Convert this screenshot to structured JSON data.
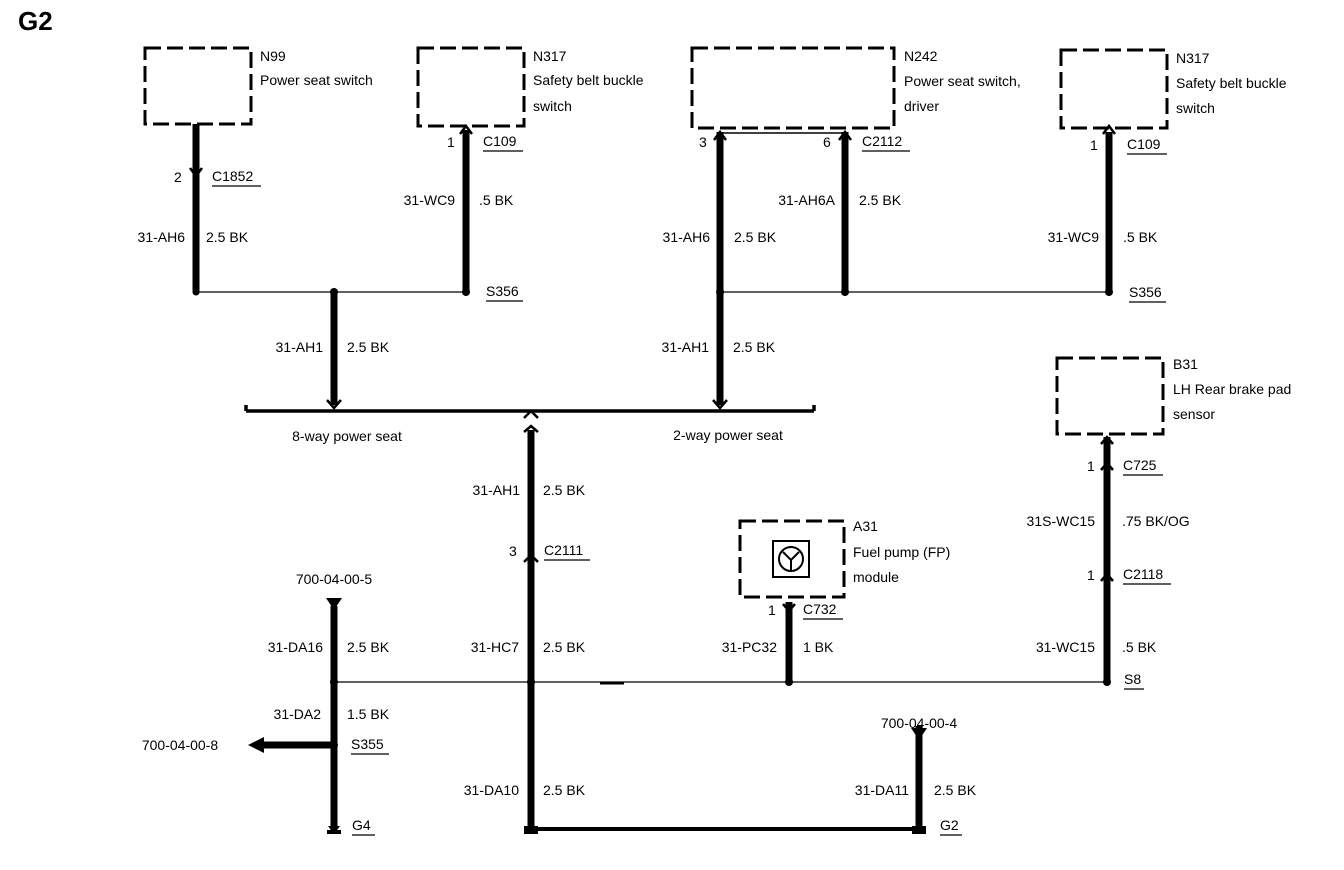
{
  "title": "G2",
  "components": {
    "n99": {
      "code": "N99",
      "name": "Power seat switch"
    },
    "n317_left": {
      "code": "N317",
      "name1": "Safety belt buckle",
      "name2": "switch"
    },
    "n242": {
      "code": "N242",
      "name1": "Power seat switch,",
      "name2": "driver"
    },
    "n317_right": {
      "code": "N317",
      "name1": "Safety belt buckle",
      "name2": "switch"
    },
    "b31": {
      "code": "B31",
      "name1": "LH Rear brake pad",
      "name2": "sensor"
    },
    "a31": {
      "code": "A31",
      "name1": "Fuel pump (FP)",
      "name2": "module"
    }
  },
  "connectors": {
    "c1852": {
      "pin": "2",
      "name": "C1852"
    },
    "c109_left": {
      "pin": "1",
      "name": "C109"
    },
    "c2112_a": {
      "pin": "3"
    },
    "c2112_b": {
      "pin": "6",
      "name": "C2112"
    },
    "c109_right": {
      "pin": "1",
      "name": "C109"
    },
    "c725": {
      "pin": "1",
      "name": "C725"
    },
    "c2118": {
      "pin": "1",
      "name": "C2118"
    },
    "c2111": {
      "pin": "3",
      "name": "C2111"
    },
    "c732": {
      "pin": "1",
      "name": "C732"
    }
  },
  "wires": {
    "w_ah6_left": {
      "circuit": "31-AH6",
      "gauge": "2.5 BK"
    },
    "w_wc9_left": {
      "circuit": "31-WC9",
      "gauge": ".5 BK"
    },
    "w_ah6_mid": {
      "circuit": "31-AH6",
      "gauge": "2.5 BK"
    },
    "w_ah6a": {
      "circuit": "31-AH6A",
      "gauge": "2.5 BK"
    },
    "w_wc9_right": {
      "circuit": "31-WC9",
      "gauge": ".5 BK"
    },
    "w_ah1_left": {
      "circuit": "31-AH1",
      "gauge": "2.5 BK"
    },
    "w_ah1_mid": {
      "circuit": "31-AH1",
      "gauge": "2.5 BK"
    },
    "w_ah1_center": {
      "circuit": "31-AH1",
      "gauge": "2.5 BK"
    },
    "w_wc15_upper": {
      "circuit": "31S-WC15",
      "gauge": ".75 BK/OG"
    },
    "w_da16": {
      "circuit": "31-DA16",
      "gauge": "2.5 BK"
    },
    "w_hc7": {
      "circuit": "31-HC7",
      "gauge": "2.5 BK"
    },
    "w_pc32": {
      "circuit": "31-PC32",
      "gauge": "1 BK"
    },
    "w_wc15_lower": {
      "circuit": "31-WC15",
      "gauge": ".5 BK"
    },
    "w_da2": {
      "circuit": "31-DA2",
      "gauge": "1.5 BK"
    },
    "w_da10": {
      "circuit": "31-DA10",
      "gauge": "2.5 BK"
    },
    "w_da11": {
      "circuit": "31-DA11",
      "gauge": "2.5 BK"
    }
  },
  "splices": {
    "s356_left": "S356",
    "s356_right": "S356",
    "s8": "S8",
    "s355": "S355"
  },
  "grounds": {
    "g4": "G4",
    "g2": "G2"
  },
  "references": {
    "ref_5": "700-04-00-5",
    "ref_8": "700-04-00-8",
    "ref_4": "700-04-00-4"
  },
  "options": {
    "way8": "8-way power seat",
    "way2": "2-way power seat"
  },
  "colors": {
    "line": "#000000",
    "background": "#ffffff"
  }
}
